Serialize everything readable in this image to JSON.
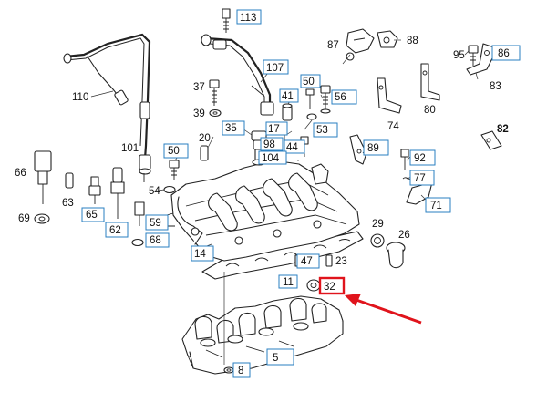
{
  "diagram": {
    "callouts_boxed": [
      {
        "id": "c113",
        "text": "113"
      },
      {
        "id": "c107",
        "text": "107"
      },
      {
        "id": "c86",
        "text": "86"
      },
      {
        "id": "c41",
        "text": "41"
      },
      {
        "id": "c50a",
        "text": "50"
      },
      {
        "id": "c56",
        "text": "56"
      },
      {
        "id": "c35",
        "text": "35"
      },
      {
        "id": "c17",
        "text": "17"
      },
      {
        "id": "c53",
        "text": "53"
      },
      {
        "id": "c98",
        "text": "98"
      },
      {
        "id": "c44",
        "text": "44"
      },
      {
        "id": "c104",
        "text": "104"
      },
      {
        "id": "c50b",
        "text": "50"
      },
      {
        "id": "c89",
        "text": "89"
      },
      {
        "id": "c92",
        "text": "92"
      },
      {
        "id": "c77",
        "text": "77"
      },
      {
        "id": "c71",
        "text": "71"
      },
      {
        "id": "c65",
        "text": "65"
      },
      {
        "id": "c62",
        "text": "62"
      },
      {
        "id": "c59",
        "text": "59"
      },
      {
        "id": "c68",
        "text": "68"
      },
      {
        "id": "c14",
        "text": "14"
      },
      {
        "id": "c47",
        "text": "47"
      },
      {
        "id": "c11",
        "text": "11"
      },
      {
        "id": "c8",
        "text": "8"
      },
      {
        "id": "c5",
        "text": "5"
      }
    ],
    "callouts_plain": [
      {
        "id": "p87",
        "text": "87"
      },
      {
        "id": "p88",
        "text": "88"
      },
      {
        "id": "p95",
        "text": "95"
      },
      {
        "id": "p83",
        "text": "83"
      },
      {
        "id": "p80",
        "text": "80"
      },
      {
        "id": "p74",
        "text": "74"
      },
      {
        "id": "p110",
        "text": "110"
      },
      {
        "id": "p37",
        "text": "37"
      },
      {
        "id": "p39",
        "text": "39"
      },
      {
        "id": "p20",
        "text": "20"
      },
      {
        "id": "p101",
        "text": "101"
      },
      {
        "id": "p82",
        "text": "82"
      },
      {
        "id": "p66",
        "text": "66"
      },
      {
        "id": "p63",
        "text": "63"
      },
      {
        "id": "p69",
        "text": "69"
      },
      {
        "id": "p54",
        "text": "54"
      },
      {
        "id": "p29",
        "text": "29"
      },
      {
        "id": "p26",
        "text": "26"
      },
      {
        "id": "p23",
        "text": "23"
      }
    ],
    "highlight": {
      "text": "32",
      "color": "#e0141c"
    },
    "arrow_color": "#e0141c",
    "callout_box_color": "#2a7fc1"
  }
}
